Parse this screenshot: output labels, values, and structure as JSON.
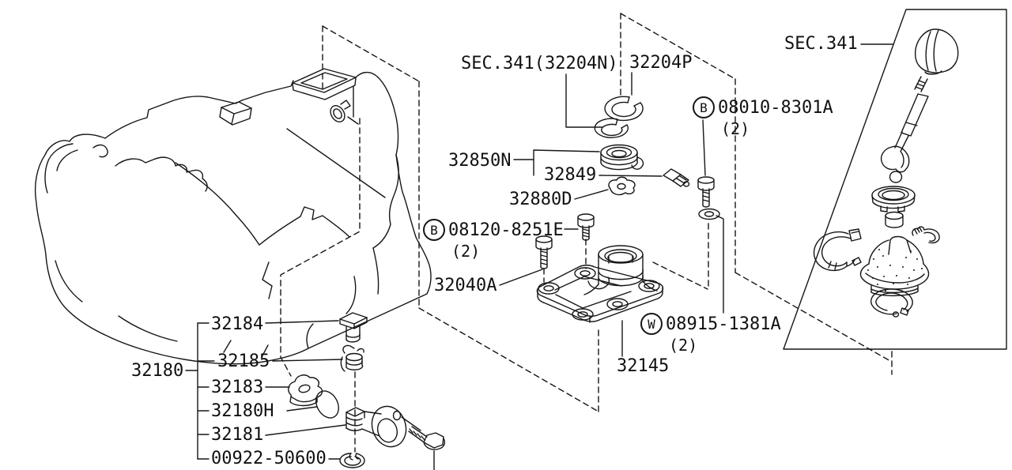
{
  "page": {
    "background": "#ffffff",
    "line_color": "#161616"
  },
  "callouts": {
    "sec_ref_with_part": "SEC.341(32204N)",
    "part_32204p": "32204P",
    "sec_ref_right": "SEC.341",
    "part_32850n": "32850N",
    "part_32849": "32849",
    "part_32880d": "32880D",
    "part_32040a": "32040A",
    "part_32145": "32145",
    "hardware": {
      "b1": {
        "symbol": "B",
        "number": "08010-8301A",
        "qty": "(2)"
      },
      "b2": {
        "symbol": "B",
        "number": "08120-8251E",
        "qty": "(2)"
      },
      "w1": {
        "symbol": "W",
        "number": "08915-1381A",
        "qty": "(2)"
      }
    },
    "group_32180": {
      "parent": "32180",
      "items": [
        "32184",
        "32185",
        "32183",
        "32180H",
        "32181",
        "00922-50600"
      ]
    }
  }
}
